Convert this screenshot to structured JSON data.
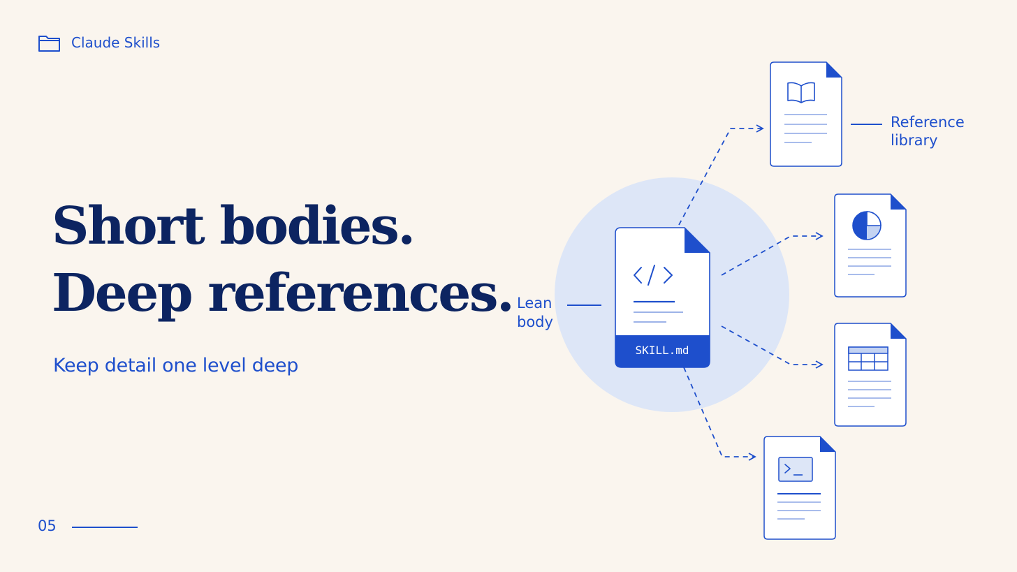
{
  "brand": {
    "label": "Claude Skills",
    "icon": "folder-icon"
  },
  "headline": {
    "line1": "Short bodies.",
    "line2": "Deep references."
  },
  "subtitle": "Keep detail one level deep",
  "page_number": "05",
  "diagram": {
    "center_file": {
      "name": "SKILL.md",
      "icon": "code-icon",
      "label_line1": "Lean",
      "label_line2": "body"
    },
    "reference": {
      "label_line1": "Reference",
      "label_line2": "library",
      "files": [
        {
          "icon": "book-icon"
        },
        {
          "icon": "pie-chart-icon"
        },
        {
          "icon": "table-icon"
        },
        {
          "icon": "terminal-icon"
        }
      ]
    }
  },
  "colors": {
    "background": "#FAF5EE",
    "accent": "#1E4FCC",
    "headline": "#0C2461",
    "circle": "#DDE6F7"
  }
}
